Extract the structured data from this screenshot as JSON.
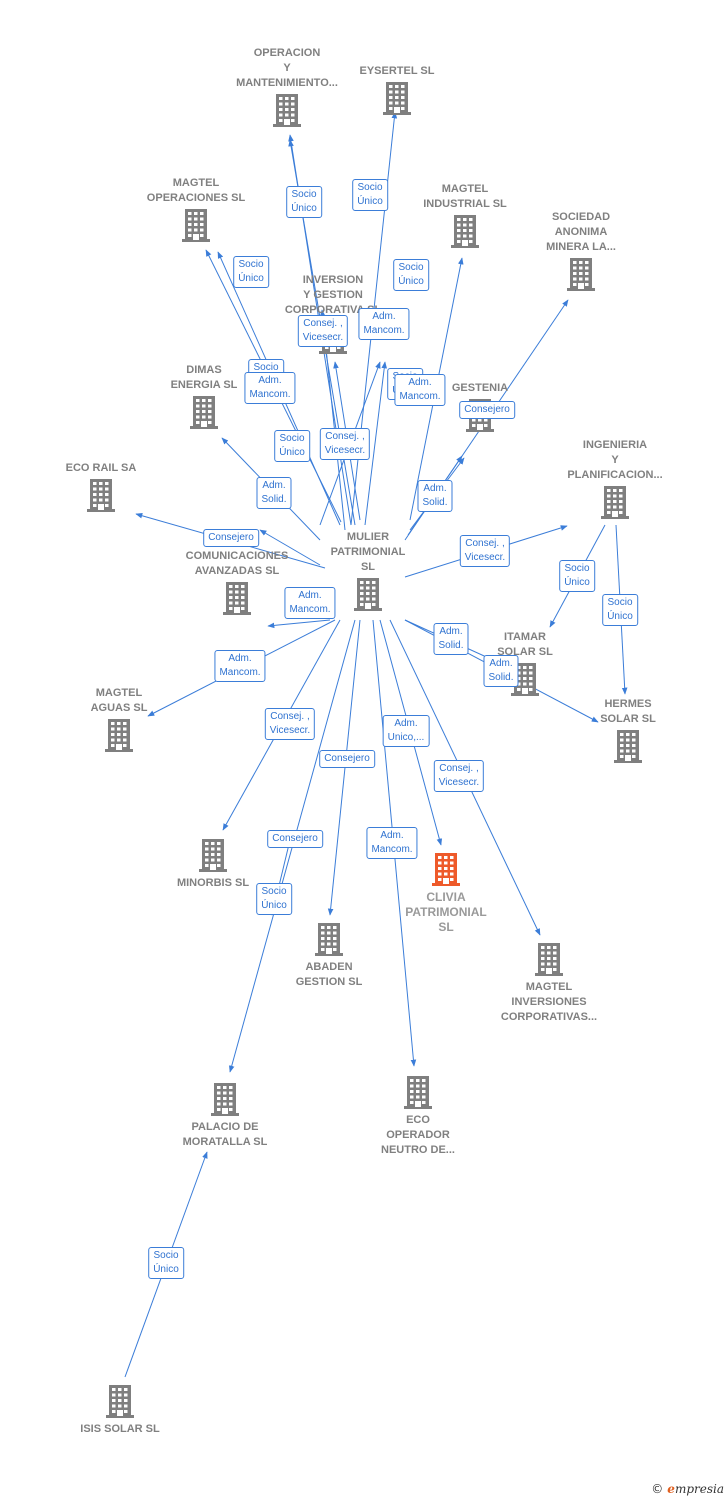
{
  "colors": {
    "edge": "#3b7dd8",
    "building": "#7f7f7f",
    "building_focus": "#ee5a2a"
  },
  "brand": {
    "copyright": "©",
    "initial": "e",
    "rest": "mpresia"
  },
  "nodes": [
    {
      "id": "operacion",
      "label": "OPERACION\nY\nMANTENIMIENTO..."
    },
    {
      "id": "eysertel",
      "label": "EYSERTEL SL"
    },
    {
      "id": "magtel_oper",
      "label": "MAGTEL\nOPERACIONES SL"
    },
    {
      "id": "magtel_ind",
      "label": "MAGTEL\nINDUSTRIAL SL"
    },
    {
      "id": "sociedad",
      "label": "SOCIEDAD\nANONIMA\nMINERA LA..."
    },
    {
      "id": "inversion",
      "label": "INVERSION\nY GESTION\nCORPORATIVA SL"
    },
    {
      "id": "dimas",
      "label": "DIMAS\nENERGIA SL"
    },
    {
      "id": "gestenia",
      "label": "GESTENIA"
    },
    {
      "id": "ecorail",
      "label": "ECO RAIL SA"
    },
    {
      "id": "ingenieria",
      "label": "INGENIERIA\nY\nPLANIFICACION..."
    },
    {
      "id": "mulier",
      "label": "MULIER\nPATRIMONIAL\nSL"
    },
    {
      "id": "comunicaciones",
      "label": "COMUNICACIONES\nAVANZADAS SL"
    },
    {
      "id": "itamar",
      "label": "ITAMAR\nSOLAR SL"
    },
    {
      "id": "magtel_aguas",
      "label": "MAGTEL\nAGUAS SL"
    },
    {
      "id": "hermes",
      "label": "HERMES\nSOLAR SL"
    },
    {
      "id": "minorbis",
      "label": "MINORBIS SL"
    },
    {
      "id": "clivia",
      "label": "CLIVIA\nPATRIMONIAL\nSL"
    },
    {
      "id": "abaden",
      "label": "ABADEN\nGESTION SL"
    },
    {
      "id": "magtel_inv",
      "label": "MAGTEL\nINVERSIONES\nCORPORATIVAS..."
    },
    {
      "id": "palacio",
      "label": "PALACIO DE\nMORATALLA SL"
    },
    {
      "id": "eco_op",
      "label": "ECO\nOPERADOR\nNEUTRO DE..."
    },
    {
      "id": "isis",
      "label": "ISIS SOLAR SL"
    }
  ],
  "edge_labels": [
    "Socio\nÚnico",
    "Socio\nÚnico",
    "Socio\nÚnico",
    "Socio\nÚnico",
    "Consej. ,\nVicesecr.",
    "Adm.\nMancom.",
    "Socio\nÚnico",
    "Adm.\nMancom.",
    "Socio\nÚnico",
    "Adm.\nMancom.",
    "Consejero",
    "Socio\nÚnico",
    "Consej. ,\nVicesecr.",
    "Adm.\nSolid.",
    "Adm.\nSolid.",
    "Consejero",
    "Consej. ,\nVicesecr.",
    "Socio\nÚnico",
    "Socio\nÚnico",
    "Adm.\nMancom.",
    "Adm.\nSolid.",
    "Adm.\nSolid.",
    "Adm.\nMancom.",
    "Consej. ,\nVicesecr.",
    "Adm.\nUnico,...",
    "Consejero",
    "Consej. ,\nVicesecr.",
    "Consejero",
    "Adm.\nMancom.",
    "Socio\nÚnico",
    "Socio\nÚnico"
  ]
}
